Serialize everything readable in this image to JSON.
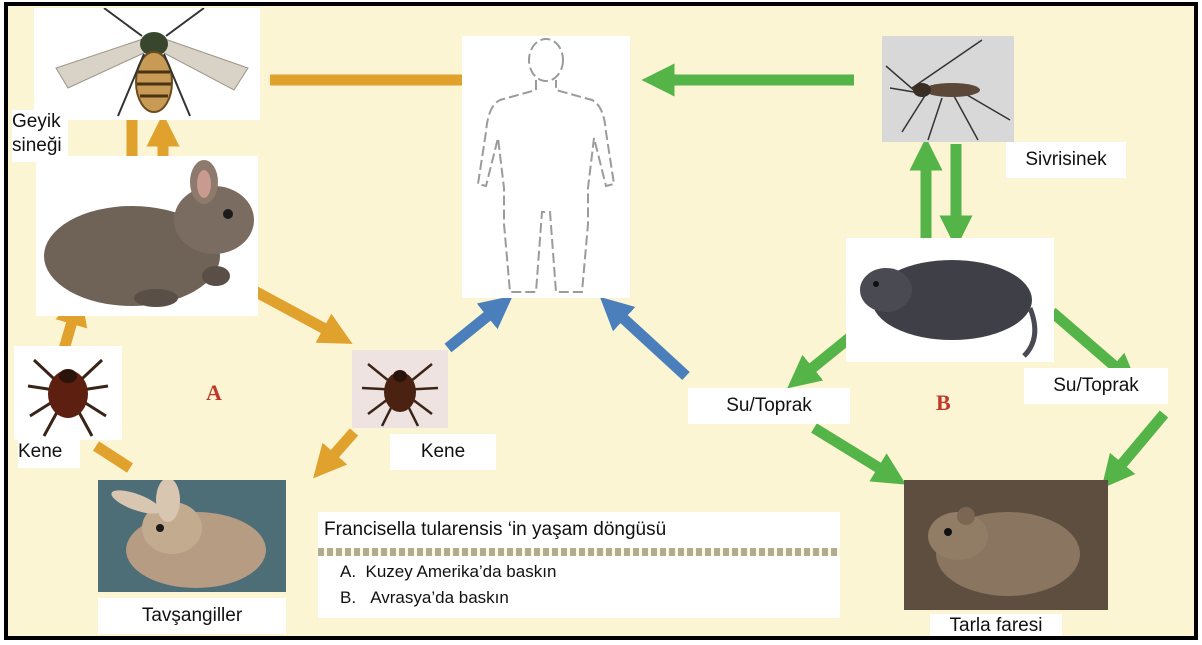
{
  "colors": {
    "orange": "#e1a12d",
    "green": "#54b447",
    "blue": "#4a7fbb",
    "letter": "#c0392b",
    "background": "#fbf5d3"
  },
  "labels": {
    "geyik_sinegi": "Geyik\nsineği",
    "kene_left": "Kene",
    "kene_center": "Kene",
    "tavsangiller": "Tavşangiller",
    "sivrisinek": "Sivrisinek",
    "su_toprak_left": "Su/Toprak",
    "su_toprak_right": "Su/Toprak",
    "tarla_faresi": "Tarla faresi",
    "cycle_a": "A",
    "cycle_b": "B"
  },
  "caption": {
    "title": "Francisella tularensis ‘in yaşam döngüsü",
    "items": [
      {
        "marker": "A.",
        "text": "Kuzey Amerika’da baskın"
      },
      {
        "marker": "B.",
        "text": "Avrasya’da baskın"
      }
    ]
  },
  "icons": [
    "deer-fly-icon",
    "rabbit-icon",
    "tick-icon",
    "human-silhouette-icon",
    "mosquito-icon",
    "vole-icon",
    "hare-icon",
    "field-mouse-icon"
  ]
}
